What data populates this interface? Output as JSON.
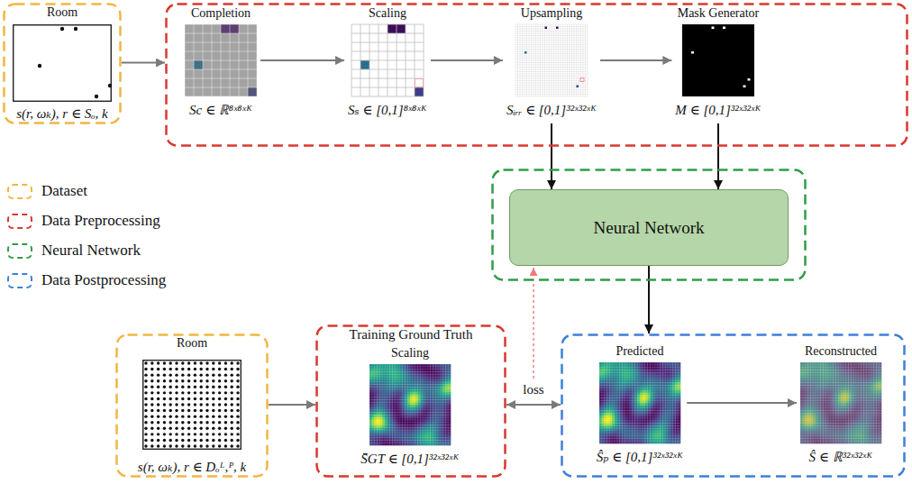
{
  "diagram": {
    "nodes": [
      {
        "text": [
          "Room",
          "s(r, ωₖ), r ∈ Sₒ, k"
        ]
      },
      {
        "text": []
      },
      {
        "text": [
          "Completion",
          "Sc ∈ ℝ⁸ˣ⁸ˣᴷ"
        ],
        "in": 1
      },
      {
        "text": [
          "Scaling",
          "Sₛ ∈ [0,1]⁸ˣ⁸ˣᴷ"
        ],
        "in": 1
      },
      {
        "text": [
          "Upsampling",
          "Sᵢᵣᵣ ∈ [0,1]³²ˣ³²ˣᴷ"
        ],
        "in": 1
      },
      {
        "text": [
          "Mask Generator",
          "M ∈ [0,1]³²ˣ³²ˣᴷ"
        ],
        "in": 1
      },
      {
        "text": []
      },
      {
        "text": [
          "Neural Network"
        ],
        "in": 6
      },
      {
        "text": [
          "Room",
          "s(r, ωₖ), r ∈ Dₒᴸ,ᴾ, k"
        ]
      },
      {
        "text": [
          "Training Ground Truth"
        ]
      },
      {
        "text": [
          "Scaling",
          "S̄GT ∈ [0,1]³²ˣ³²ˣᴷ"
        ],
        "in": 9
      },
      {
        "text": []
      },
      {
        "text": [
          "Predicted",
          "Ŝₚ ∈ [0,1]³²ˣ³²ˣᴷ"
        ],
        "in": 11
      },
      {
        "text": [
          "Reconstructed",
          "Ŝ ∈ ℝ³²ˣ³²ˣᴷ"
        ],
        "in": 11
      }
    ],
    "edges": [
      {
        "from": 0,
        "to": 1,
        "arrow": "to"
      },
      {
        "from": 2,
        "to": 3,
        "arrow": "to"
      },
      {
        "from": 3,
        "to": 4,
        "arrow": "to"
      },
      {
        "from": 4,
        "to": 5,
        "arrow": "to"
      },
      {
        "from": 4,
        "to": 7,
        "arrow": "to"
      },
      {
        "from": 5,
        "to": 7,
        "arrow": "to"
      },
      {
        "from": 7,
        "to": 11,
        "arrow": "to"
      },
      {
        "from": 8,
        "to": 9,
        "arrow": "to"
      },
      {
        "from": 9,
        "to": 11,
        "label": "loss",
        "arrow": "both"
      },
      {
        "from": 12,
        "to": 13,
        "arrow": "to"
      }
    ],
    "legend": [
      {
        "text": "Dataset",
        "color": "#f2b543"
      },
      {
        "text": "Data Preprocessing",
        "color": "#d7392f"
      },
      {
        "text": "Neural Network",
        "color": "#2f9d47"
      },
      {
        "text": "Data Postprocessing",
        "color": "#3e7fd8"
      }
    ]
  }
}
